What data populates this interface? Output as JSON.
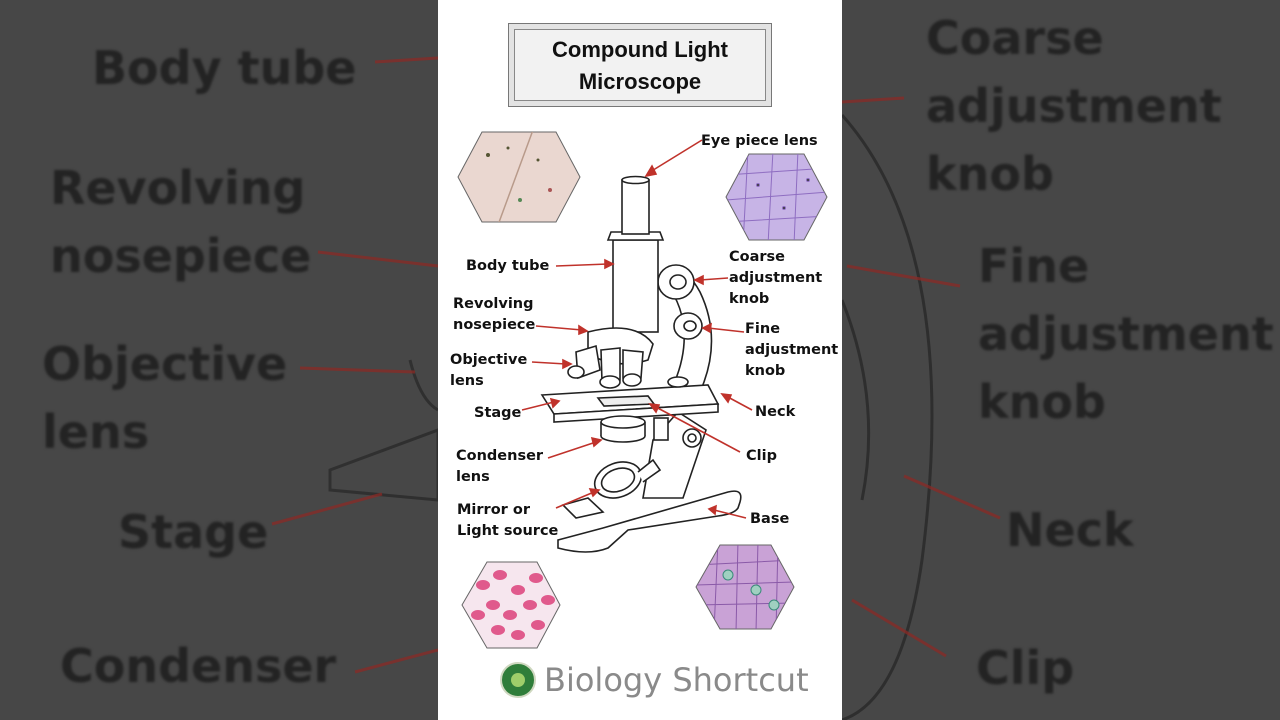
{
  "title": "Compound Light Microscope",
  "labels": {
    "eyepiece": "Eye piece lens",
    "body_tube": "Body tube",
    "coarse": "Coarse adjustment knob",
    "revolving": "Revolving nosepiece",
    "fine": "Fine adjustment knob",
    "objective": "Objective lens",
    "stage": "Stage",
    "neck": "Neck",
    "condenser": "Condenser lens",
    "clip": "Clip",
    "mirror": "Mirror or Light source",
    "base": "Base"
  },
  "background": {
    "left": [
      "Body tube",
      "Revolving nosepiece",
      "Objective lens",
      "Stage",
      "Condenser"
    ],
    "right": [
      "Coarse adjustment knob",
      "Fine adjustment knob",
      "Neck",
      "Clip"
    ]
  },
  "brand": "Biology Shortcut",
  "colors": {
    "arrow": "#c0322b",
    "panel": "#ffffff",
    "background": "#474747"
  },
  "icons": [
    "brand-logo-icon"
  ]
}
